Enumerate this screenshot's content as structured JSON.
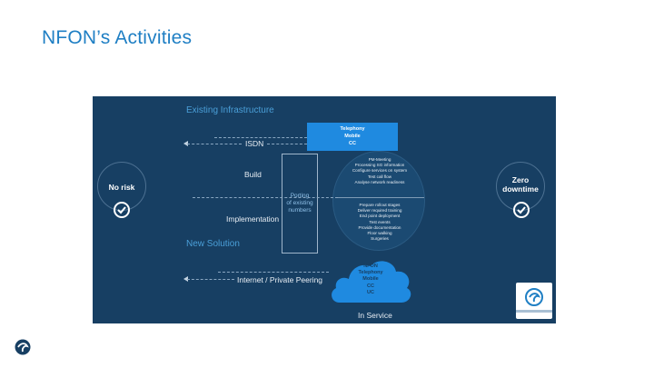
{
  "title": "NFON’s Activities",
  "diagram": {
    "existing_infrastructure": "Existing Infrastructure",
    "new_solution": "New Solution",
    "isdn": "ISDN",
    "build": "Build",
    "implementation": "Implementation",
    "internet": "Internet / Private Peering",
    "in_service": "In Service",
    "telephony_box": [
      "Telephony",
      "Mobile",
      "CC"
    ],
    "porting": [
      "Porting",
      "of existing",
      "numbers"
    ],
    "list_top": [
      "PM-Meeting",
      "Processing SG information",
      "Configure services on system",
      "Test call flow",
      "Analyse network readiness"
    ],
    "list_bottom": [
      "Prepare rollout stages",
      "Deliver required training",
      "End point deployment",
      "Test events",
      "Provide documentation",
      "Floor walking",
      "Surgeries"
    ],
    "cloud": [
      "NFON",
      "Telephony",
      "Mobile",
      "CC",
      "UC"
    ],
    "no_risk": "No risk",
    "zero_downtime": [
      "Zero",
      "downtime"
    ]
  },
  "colors": {
    "title": "#1f7fc4",
    "diagram_bg": "#173f63",
    "accent_blue": "#1f8ae0",
    "section_label": "#4a9fd8"
  },
  "icons": {
    "check": "check-circle-icon",
    "brand": "nfon-logo-icon"
  }
}
